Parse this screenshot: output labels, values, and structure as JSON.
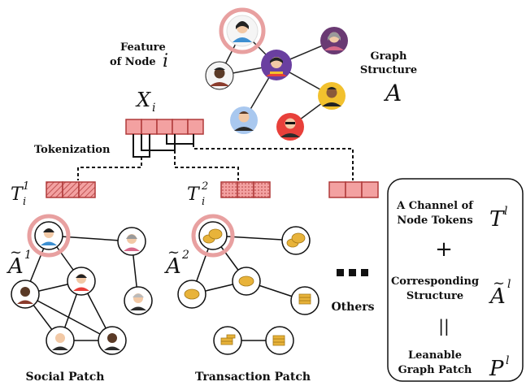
{
  "labels": {
    "feature_line1": "Feature",
    "feature_line2": "of Node",
    "feature_var": "i",
    "graph_line1": "Graph",
    "graph_line2": "Structure",
    "graph_var": "A",
    "xi_base": "X",
    "xi_sub": "i",
    "tokenization": "Tokenization",
    "t1_base": "T",
    "t1_sub": "i",
    "t1_sup": "1",
    "t2_base": "T",
    "t2_sub": "i",
    "t2_sup": "2",
    "a1_base": "A",
    "a1_tilde": "~",
    "a1_sup": "1",
    "a2_base": "A",
    "a2_tilde": "~",
    "a2_sup": "2",
    "social_patch": "Social Patch",
    "transaction_patch": "Transaction Patch",
    "others": "Others"
  },
  "legend": {
    "channel_line1": "A Channel of",
    "channel_line2": "Node Tokens",
    "channel_var_base": "T",
    "channel_var_sup": "l",
    "plus": "+",
    "struct_line1": "Corresponding",
    "struct_line2": "Structure",
    "struct_var_base": "A",
    "struct_var_tilde": "~",
    "struct_var_sup": "l",
    "equals": "||",
    "patch_line1": "Leanable",
    "patch_line2": "Graph Patch",
    "patch_var_base": "P",
    "patch_var_sup": "l"
  },
  "colors": {
    "token_fill": "#f3a1a1",
    "token_stroke": "#b03a3a",
    "highlight_ring": "#e8a0a0",
    "node_stroke": "#222222"
  },
  "icons": {
    "top_graph": [
      "person-icon",
      "person-icon",
      "person-icon",
      "person-icon",
      "person-icon",
      "person-icon",
      "person-icon"
    ],
    "social_graph": [
      "person-icon",
      "person-icon",
      "person-icon",
      "person-icon",
      "person-icon",
      "person-icon",
      "person-icon"
    ],
    "transaction_graph": [
      "coin-icon",
      "coin-icon",
      "coin-icon",
      "coin-icon",
      "coin-icon",
      "coin-icon",
      "coin-icon"
    ]
  }
}
